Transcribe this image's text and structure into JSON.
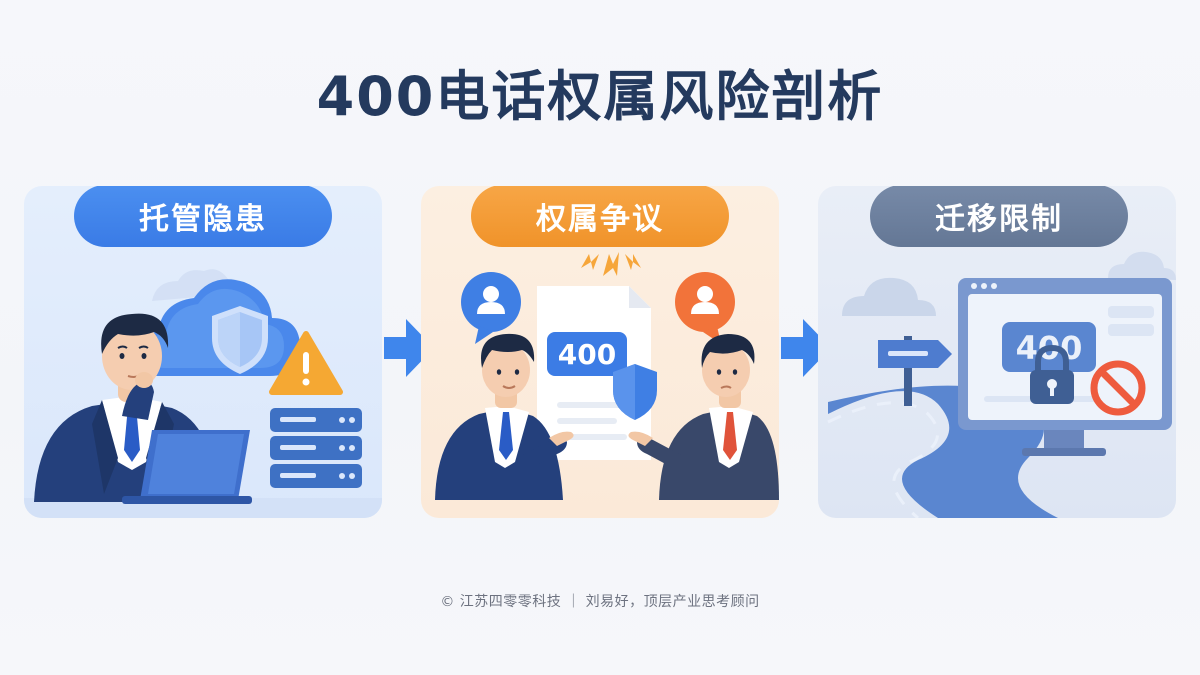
{
  "title": "400电话权属风险剖析",
  "panels": [
    {
      "label": "托管隐患",
      "color": "#3a7be6"
    },
    {
      "label": "权属争议",
      "color": "#f0932a"
    },
    {
      "label": "迁移限制",
      "color": "#647795"
    }
  ],
  "number_badge": "400",
  "footer": "© 江苏四零零科技 ｜ 刘易好，顶层产业思考顾问"
}
